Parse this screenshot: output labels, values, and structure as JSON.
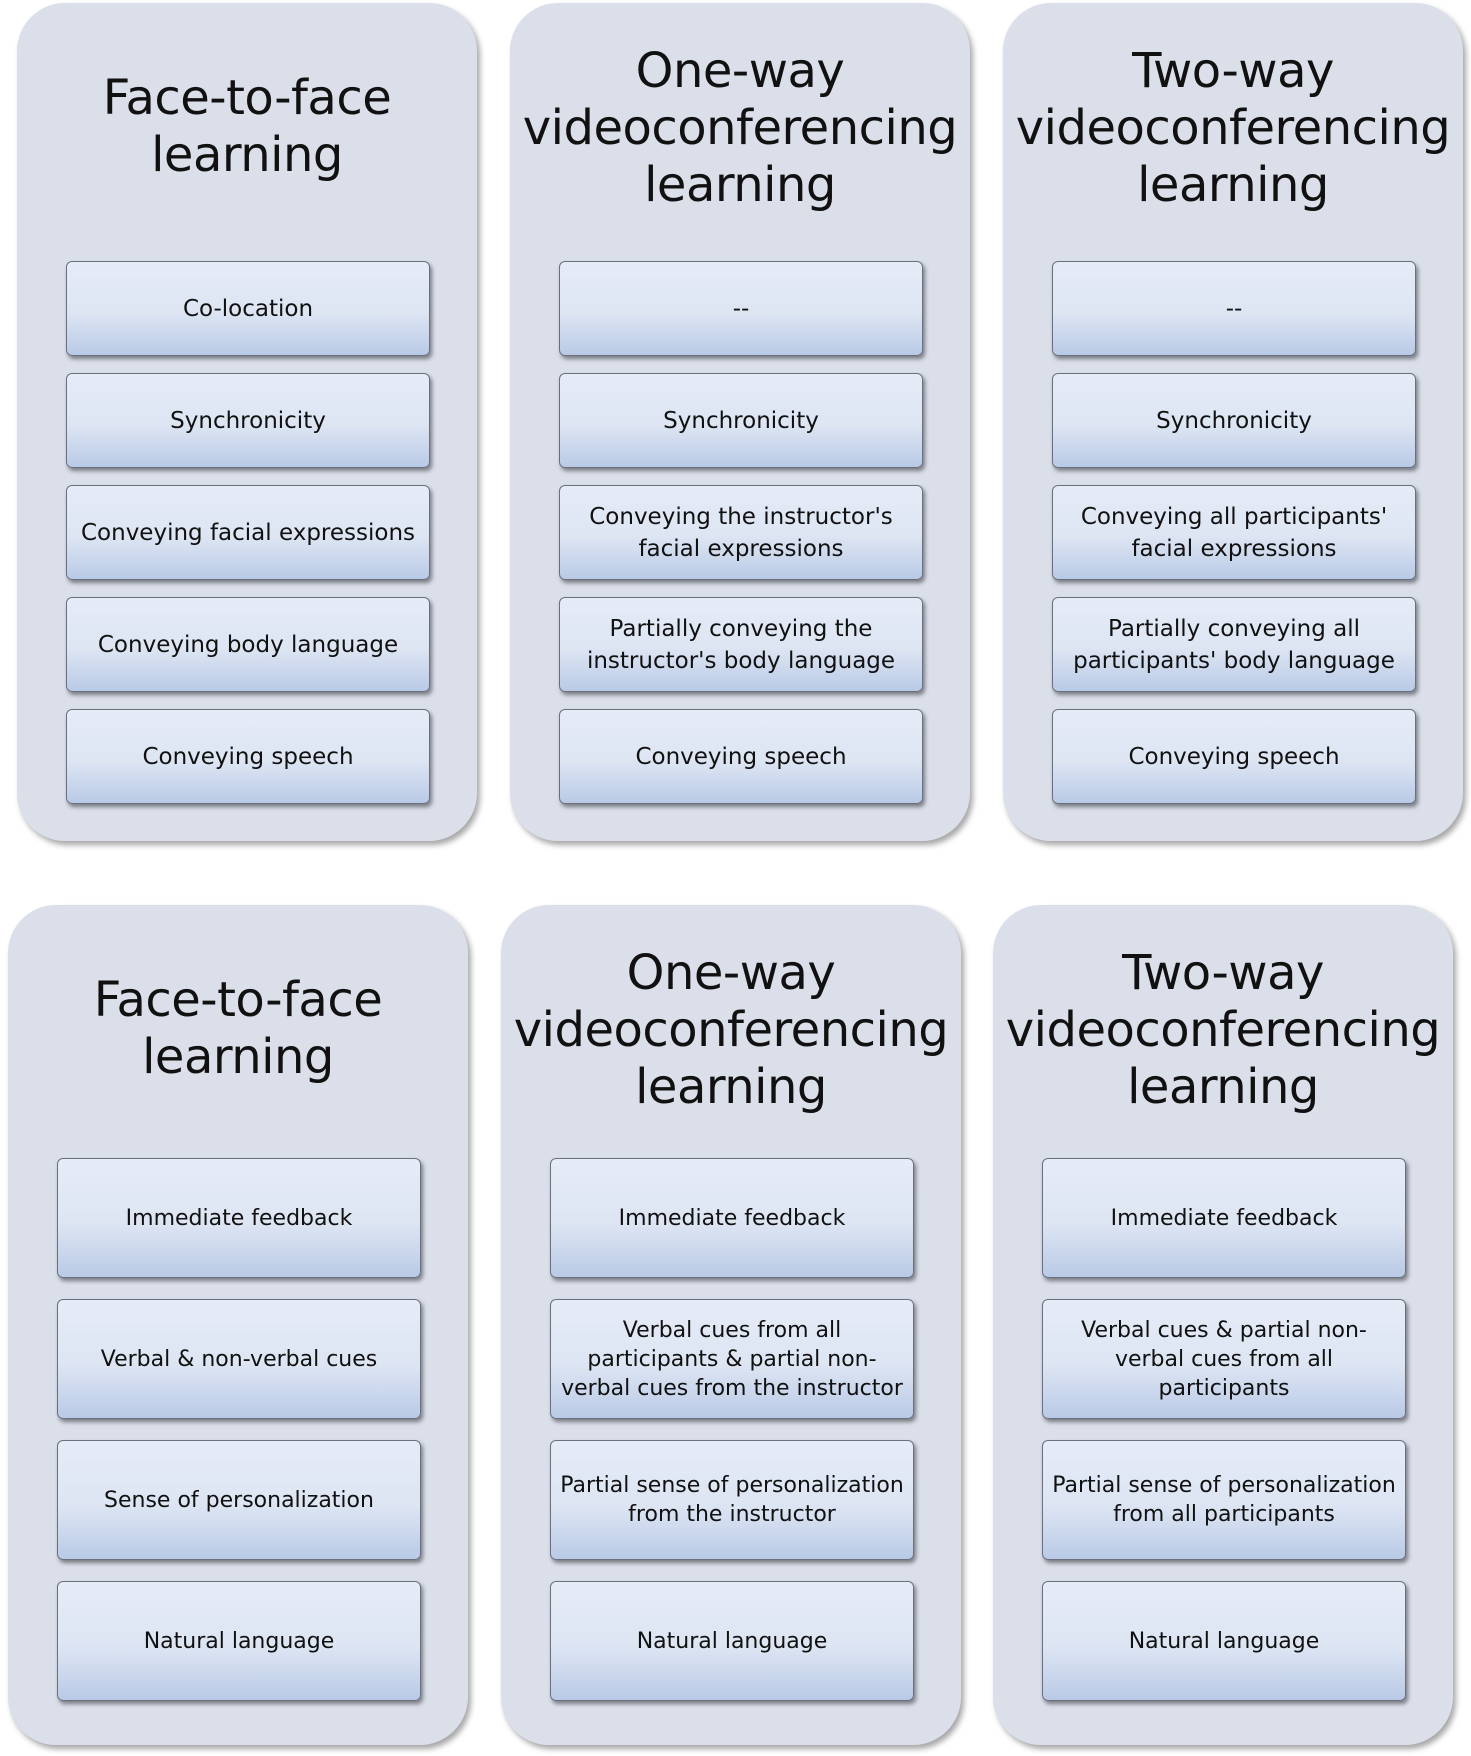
{
  "rows": [
    {
      "panels": [
        {
          "title": [
            "Face-to-face",
            "learning"
          ],
          "items": [
            "Co-location",
            "Synchronicity",
            "Conveying facial expressions",
            "Conveying body language",
            "Conveying speech"
          ]
        },
        {
          "title": [
            "One-way",
            "videoconferencing",
            "learning"
          ],
          "items": [
            "--",
            "Synchronicity",
            "Conveying the instructor's facial expressions",
            "Partially conveying the instructor's body language",
            "Conveying  speech"
          ]
        },
        {
          "title": [
            "Two-way",
            "videoconferencing",
            "learning"
          ],
          "items": [
            "--",
            "Synchronicity",
            "Conveying all participants' facial expressions",
            "Partially conveying all participants' body language",
            "Conveying speech"
          ]
        }
      ]
    },
    {
      "panels": [
        {
          "title": [
            "Face-to-face",
            "learning"
          ],
          "items": [
            "Immediate feedback",
            "Verbal & non-verbal cues",
            "Sense of personalization",
            "Natural language"
          ]
        },
        {
          "title": [
            "One-way",
            "videoconferencing",
            "learning"
          ],
          "items": [
            "Immediate feedback",
            "Verbal cues from all participants & partial non-verbal cues from the instructor",
            "Partial sense of personalization from the instructor",
            "Natural language"
          ]
        },
        {
          "title": [
            "Two-way",
            "videoconferencing",
            "learning"
          ],
          "items": [
            "Immediate feedback",
            "Verbal cues & partial non-verbal cues from all participants",
            "Partial sense of personalization from all participants",
            "Natural language"
          ]
        }
      ]
    }
  ]
}
